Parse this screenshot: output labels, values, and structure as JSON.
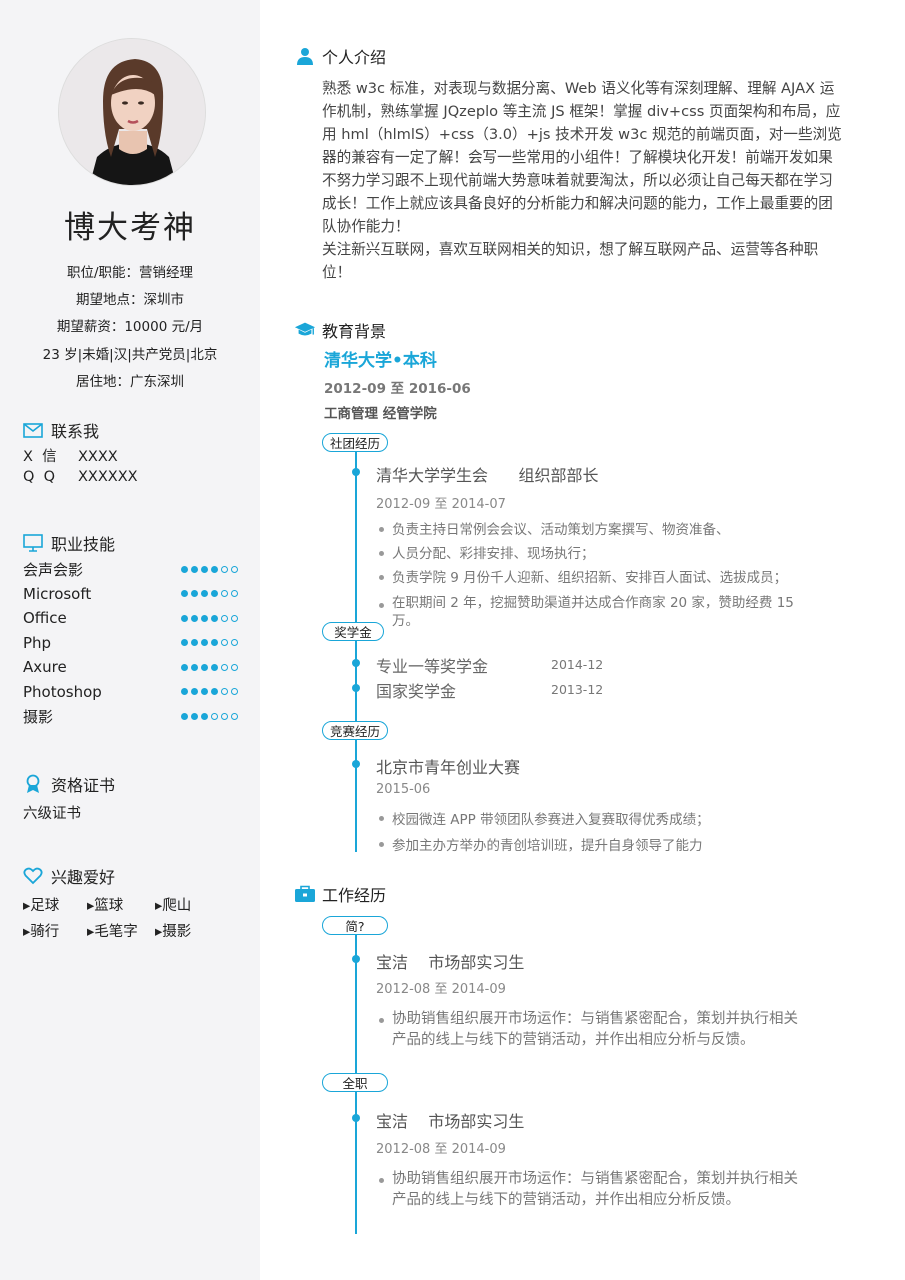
{
  "profile": {
    "name": "博大考神",
    "info": [
      "职位/职能：营销经理",
      "期望地点：深圳市",
      "期望薪资：10000 元/月",
      "23 岁|未婚|汉|共产党员|北京",
      "居住地：广东深圳"
    ]
  },
  "contact": {
    "title": "联系我",
    "wechat_label": "X  信",
    "wechat_value": "XXXX",
    "qq_label": "Q  Q",
    "qq_value": "XXXXXX"
  },
  "skills": {
    "title": "职业技能",
    "items": [
      {
        "name": "会声会影",
        "level": 4,
        "max": 6
      },
      {
        "name": "Microsoft",
        "level": 4,
        "max": 6
      },
      {
        "name": "Office",
        "level": 4,
        "max": 6
      },
      {
        "name": "Php",
        "level": 4,
        "max": 6
      },
      {
        "name": "Axure",
        "level": 4,
        "max": 6
      },
      {
        "name": "Photoshop",
        "level": 4,
        "max": 6
      },
      {
        "name": "摄影",
        "level": 3,
        "max": 6
      }
    ]
  },
  "certificates": {
    "title": "资格证书",
    "items": [
      "六级证书"
    ]
  },
  "hobbies": {
    "title": "兴趣爱好",
    "items": [
      "▸足球",
      "▸篮球",
      "▸爬山",
      "▸骑行",
      "▸毛笔字",
      "▸摄影"
    ]
  },
  "intro": {
    "title": "个人介绍",
    "paragraphs": [
      "熟悉 w3c 标准，对表现与数据分离、Web 语义化等有深刻理解、理解 AJAX 运作机制，熟练掌握 JQzeplo 等主流 JS 框架！掌握 div+css 页面架构和布局，应用 hml（hlmlS）+css（3.0）+js 技术开发 w3c 规范的前端页面，对一些浏览器的兼容有一定了解！会写一些常用的小组件！了解模块化开发！前端开发如果不努力学习跟不上现代前端大势意味着就要淘汰，所以必须让自己每天都在学习成长！工作上就应该具备良好的分析能力和解决问题的能力，工作上最重要的团队协作能力！",
      "关注新兴互联网，喜欢互联网相关的知识，想了解互联网产品、运营等各种职位！"
    ]
  },
  "education": {
    "title": "教育背景",
    "school": "清华大学•本科",
    "date": "2012-09 至 2016-06",
    "major": "工商管理  经管学院",
    "club": {
      "label": "社团经历",
      "title": "清华大学学生会      组织部部长",
      "date": "2012-09 至 2014-07",
      "bullets": [
        "负责主持日常例会会议、活动策划方案撰写、物资准备、",
        "人员分配、彩排安排、现场执行；",
        "负责学院 9 月份千人迎新、组织招新、安排百人面试、选拔成员；",
        "在职期间 2 年，挖掘赞助渠道并达成合作商家 20 家，赞助经费 15 万。"
      ]
    },
    "scholarship": {
      "label": "奖学金",
      "items": [
        {
          "name": "专业一等奖学金",
          "date": "2014-12"
        },
        {
          "name": "国家奖学金",
          "date": "2013-12"
        }
      ]
    },
    "contest": {
      "label": "竞赛经历",
      "title": "北京市青年创业大赛",
      "date": "2015-06",
      "bullets": [
        "校园微连 APP 带领团队参赛进入复赛取得优秀成绩；",
        "参加主办方举办的青创培训班，提升自身领导了能力"
      ]
    }
  },
  "work": {
    "title": "工作经历",
    "entries": [
      {
        "label": "简?",
        "title": "宝洁    市场部实习生",
        "date": "2012-08 至 2014-09",
        "bullet": "协助销售组织展开市场运作：与销售紧密配合，策划并执行相关产品的线上与线下的营销活动，并作出相应分析与反馈。"
      },
      {
        "label": "全职",
        "title": "宝洁    市场部实习生",
        "date": "2012-08 至 2014-09",
        "bullet": "协助销售组织展开市场运作：与销售紧密配合，策划并执行相关产品的线上与线下的营销活动，并作出相应分析反馈。"
      }
    ]
  },
  "colors": {
    "accent": "#1aa6d8",
    "sidebar": "#f4f4f6"
  }
}
